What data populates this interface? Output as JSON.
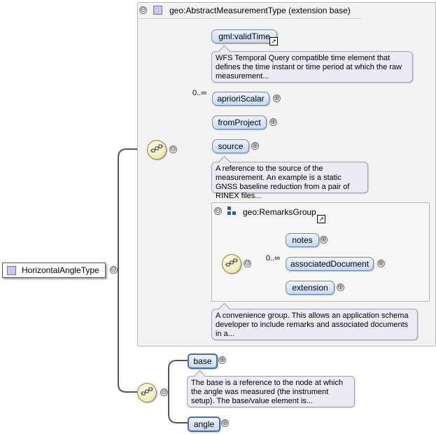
{
  "root": {
    "label": "HorizontalAngleType"
  },
  "abstract_group": {
    "title": "geo:AbstractMeasurementType (extension base)"
  },
  "elements": {
    "gml_validTime": "gml:validTime",
    "aprioriScalar": "aprioriScalar",
    "fromProject": "fromProject",
    "source": "source",
    "notes": "notes",
    "associatedDocument": "associatedDocument",
    "extension": "extension",
    "base": "base",
    "angle": "angle"
  },
  "occurrence": {
    "apriori": "0..∞",
    "associated": "0..∞"
  },
  "remarks_group": {
    "title": "geo:RemarksGroup"
  },
  "docs": {
    "validTime": "WFS Temporal Query compatible time element that defines the time instant or time period at which the raw measurement...",
    "source": "A reference to the source of the measurement. An example is a static GNSS baseline reduction from a pair of RINEX files...",
    "remarks": "A convenience group. This allows an application schema developer to include remarks and associated documents in a...",
    "base": "The base is a reference to the node at which the angle was measured (the instrument setup). The base/value element is..."
  },
  "icons": {
    "collapse": "⊖",
    "expand": "⊕"
  }
}
